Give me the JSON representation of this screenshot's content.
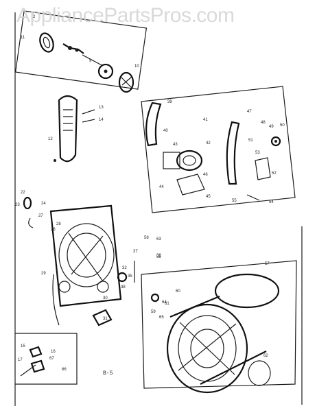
{
  "watermark": "AppliancePartsPros.com",
  "page_code": "B-5",
  "callouts": [
    "2",
    "9",
    "10",
    "11",
    "12",
    "13",
    "14",
    "15",
    "16",
    "17",
    "22",
    "23",
    "24",
    "26",
    "27",
    "28",
    "29",
    "30",
    "31",
    "32",
    "35",
    "36",
    "37",
    "38",
    "39",
    "40",
    "41",
    "42",
    "43",
    "44",
    "45",
    "46",
    "47",
    "48",
    "49",
    "50",
    "51",
    "52",
    "53",
    "54",
    "55",
    "56",
    "57",
    "58",
    "59",
    "60",
    "61",
    "62",
    "63",
    "64",
    "65",
    "66",
    "67"
  ]
}
